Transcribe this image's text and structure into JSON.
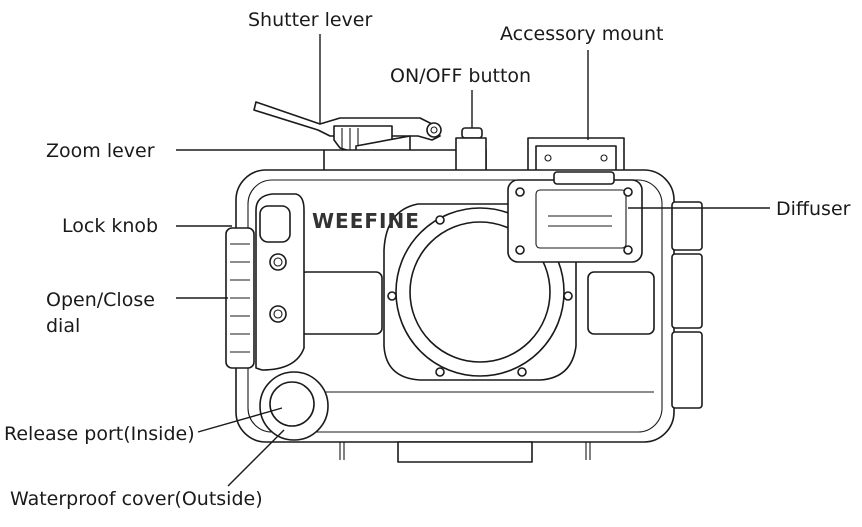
{
  "diagram": {
    "brand": "WEEFINE",
    "labels": {
      "shutter_lever": "Shutter lever",
      "accessory_mount": "Accessory mount",
      "on_off_button": "ON/OFF button",
      "zoom_lever": "Zoom lever",
      "diffuser": "Diffuser",
      "lock_knob": "Lock knob",
      "open_close_dial_line1": "Open/Close",
      "open_close_dial_line2": "dial",
      "release_port": "Release port(Inside)",
      "waterproof_cover": "Waterproof cover(Outside)"
    }
  }
}
